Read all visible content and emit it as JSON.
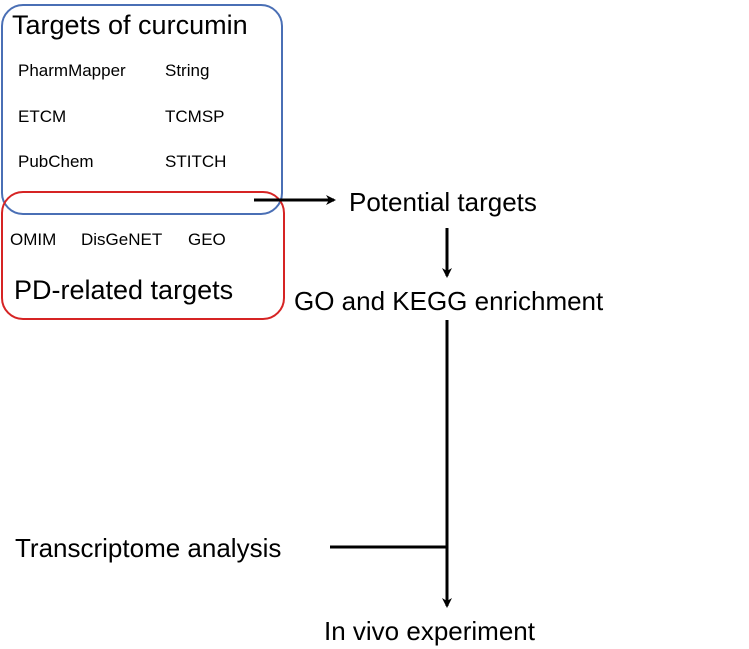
{
  "curcumin_group": {
    "title": "Targets of curcumin",
    "databases": [
      "PharmMapper",
      "String",
      "ETCM",
      "TCMSP",
      "PubChem",
      "STITCH"
    ]
  },
  "pd_group": {
    "title": "PD-related targets",
    "databases": [
      "OMIM",
      "DisGeNET",
      "GEO"
    ]
  },
  "flow": {
    "potential_targets": "Potential targets",
    "enrichment": "GO and KEGG enrichment",
    "transcriptome": "Transcriptome analysis",
    "in_vivo": "In vivo experiment"
  },
  "colors": {
    "curcumin_border": "#4a6fb5",
    "pd_border": "#d62424",
    "arrow": "#000000"
  }
}
